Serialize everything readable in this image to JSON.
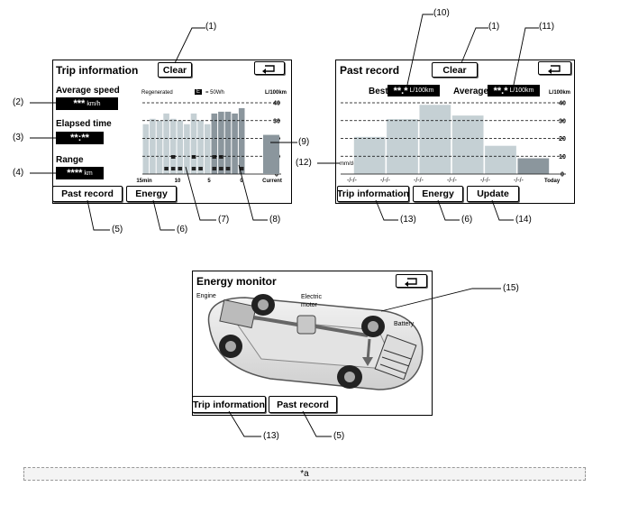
{
  "callouts": [
    "(1)",
    "(2)",
    "(3)",
    "(4)",
    "(5)",
    "(6)",
    "(7)",
    "(8)",
    "(9)",
    "(10)",
    "(11)",
    "(12)",
    "(13)",
    "(14)",
    "(15)"
  ],
  "trip_panel": {
    "title": "Trip information",
    "clear": "Clear",
    "back_icon": "return-arrow-icon",
    "avg_speed_label": "Average speed",
    "avg_speed_value": "***",
    "avg_speed_unit": "km/h",
    "elapsed_label": "Elapsed time",
    "elapsed_value": "**:**",
    "range_label": "Range",
    "range_value": "****",
    "range_unit": "km",
    "past_record_btn": "Past record",
    "energy_btn": "Energy",
    "regenerated": "Regenerated",
    "legend_key": "E",
    "legend_text": "= 50Wh",
    "unit": "L/100km",
    "y_ticks": [
      "40",
      "30",
      "20",
      "10",
      "0"
    ],
    "x_ticks": [
      "15min",
      "10",
      "5",
      "0",
      "Current"
    ],
    "current_value": 22,
    "bar_values": [
      28,
      31,
      30,
      34,
      31,
      30,
      28,
      34,
      30,
      28,
      34,
      35,
      35,
      34,
      37
    ],
    "energy_marks": [
      0,
      0,
      0,
      1,
      2,
      1,
      0,
      2,
      1,
      0,
      2,
      2,
      1,
      0,
      1
    ]
  },
  "past_panel": {
    "title": "Past record",
    "clear": "Clear",
    "back_icon": "return-arrow-icon",
    "best_label": "Best",
    "best_value": "**.*",
    "best_unit": "L/100km",
    "average_label": "Average",
    "average_value": "**.*",
    "average_unit": "L/100km",
    "unit": "L/100km",
    "y_ticks": [
      "40",
      "30",
      "20",
      "10",
      "0"
    ],
    "date_label": "mm/dd/yy",
    "date_tick": "-/-/-",
    "today": "Today",
    "bar_values": [
      21,
      31,
      39,
      33,
      16,
      9
    ],
    "trip_info_btn": "Trip information",
    "energy_btn": "Energy",
    "update_btn": "Update"
  },
  "energy_panel": {
    "title": "Energy monitor",
    "back_icon": "return-arrow-icon",
    "engine_label": "Engine",
    "motor_label_1": "Electric",
    "motor_label_2": "motor",
    "battery_label": "Battery",
    "trip_info_btn": "Trip information",
    "past_record_btn": "Past record"
  },
  "caption": "*a"
}
